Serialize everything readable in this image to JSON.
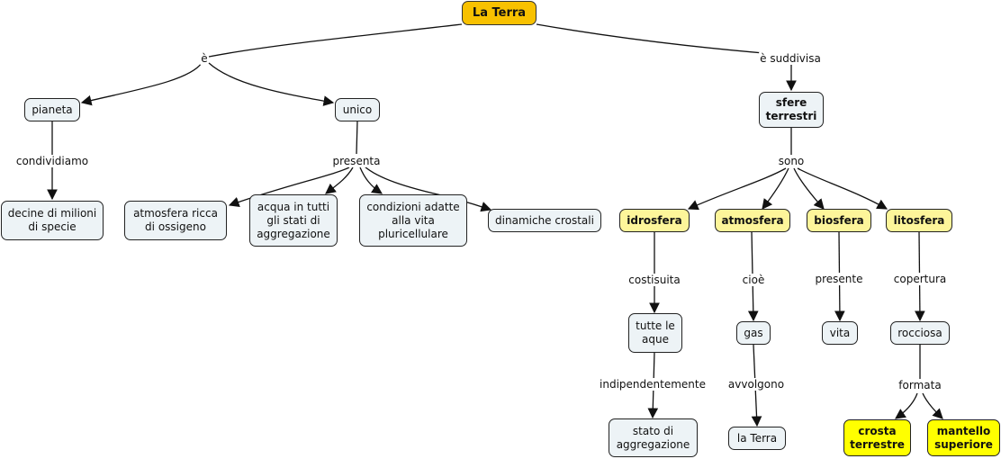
{
  "colors": {
    "root": "#f8c100",
    "concept": "#edf3f6",
    "sphere": "#fdf59a",
    "highlight": "#ffff00",
    "line": "#111111"
  },
  "nodes": {
    "la_terra": "La Terra",
    "pianeta": "pianeta",
    "unico": "unico",
    "decine": "decine di milioni\ndi specie",
    "atmosfera_ricca": "atmosfera ricca\ndi ossigeno",
    "acqua": "acqua in tutti\ngli stati di\naggregazione",
    "condizioni": "condizioni adatte\nalla vita\npluricellulare",
    "dinamiche": "dinamiche crostali",
    "sfere": "sfere\nterrestri",
    "idrosfera": "idrosfera",
    "atmosfera": "atmosfera",
    "biosfera": "biosfera",
    "litosfera": "litosfera",
    "tutte_aque": "tutte le\naque",
    "stato_aggregazione": "stato di\naggregazione",
    "gas": "gas",
    "la_terra_2": "la Terra",
    "vita": "vita",
    "rocciosa": "rocciosa",
    "crosta": "crosta\nterrestre",
    "mantello": "mantello\nsuperiore"
  },
  "links": {
    "e": "è",
    "e_suddivisa": "è suddivisa",
    "condividiamo": "condividiamo",
    "presenta": "presenta",
    "sono": "sono",
    "costisuita": "costisuita",
    "indipendentemente": "indipendentemente",
    "cioe": "cioè",
    "avvolgono": "avvolgono",
    "presente": "presente",
    "copertura": "copertura",
    "formata": "formata"
  }
}
